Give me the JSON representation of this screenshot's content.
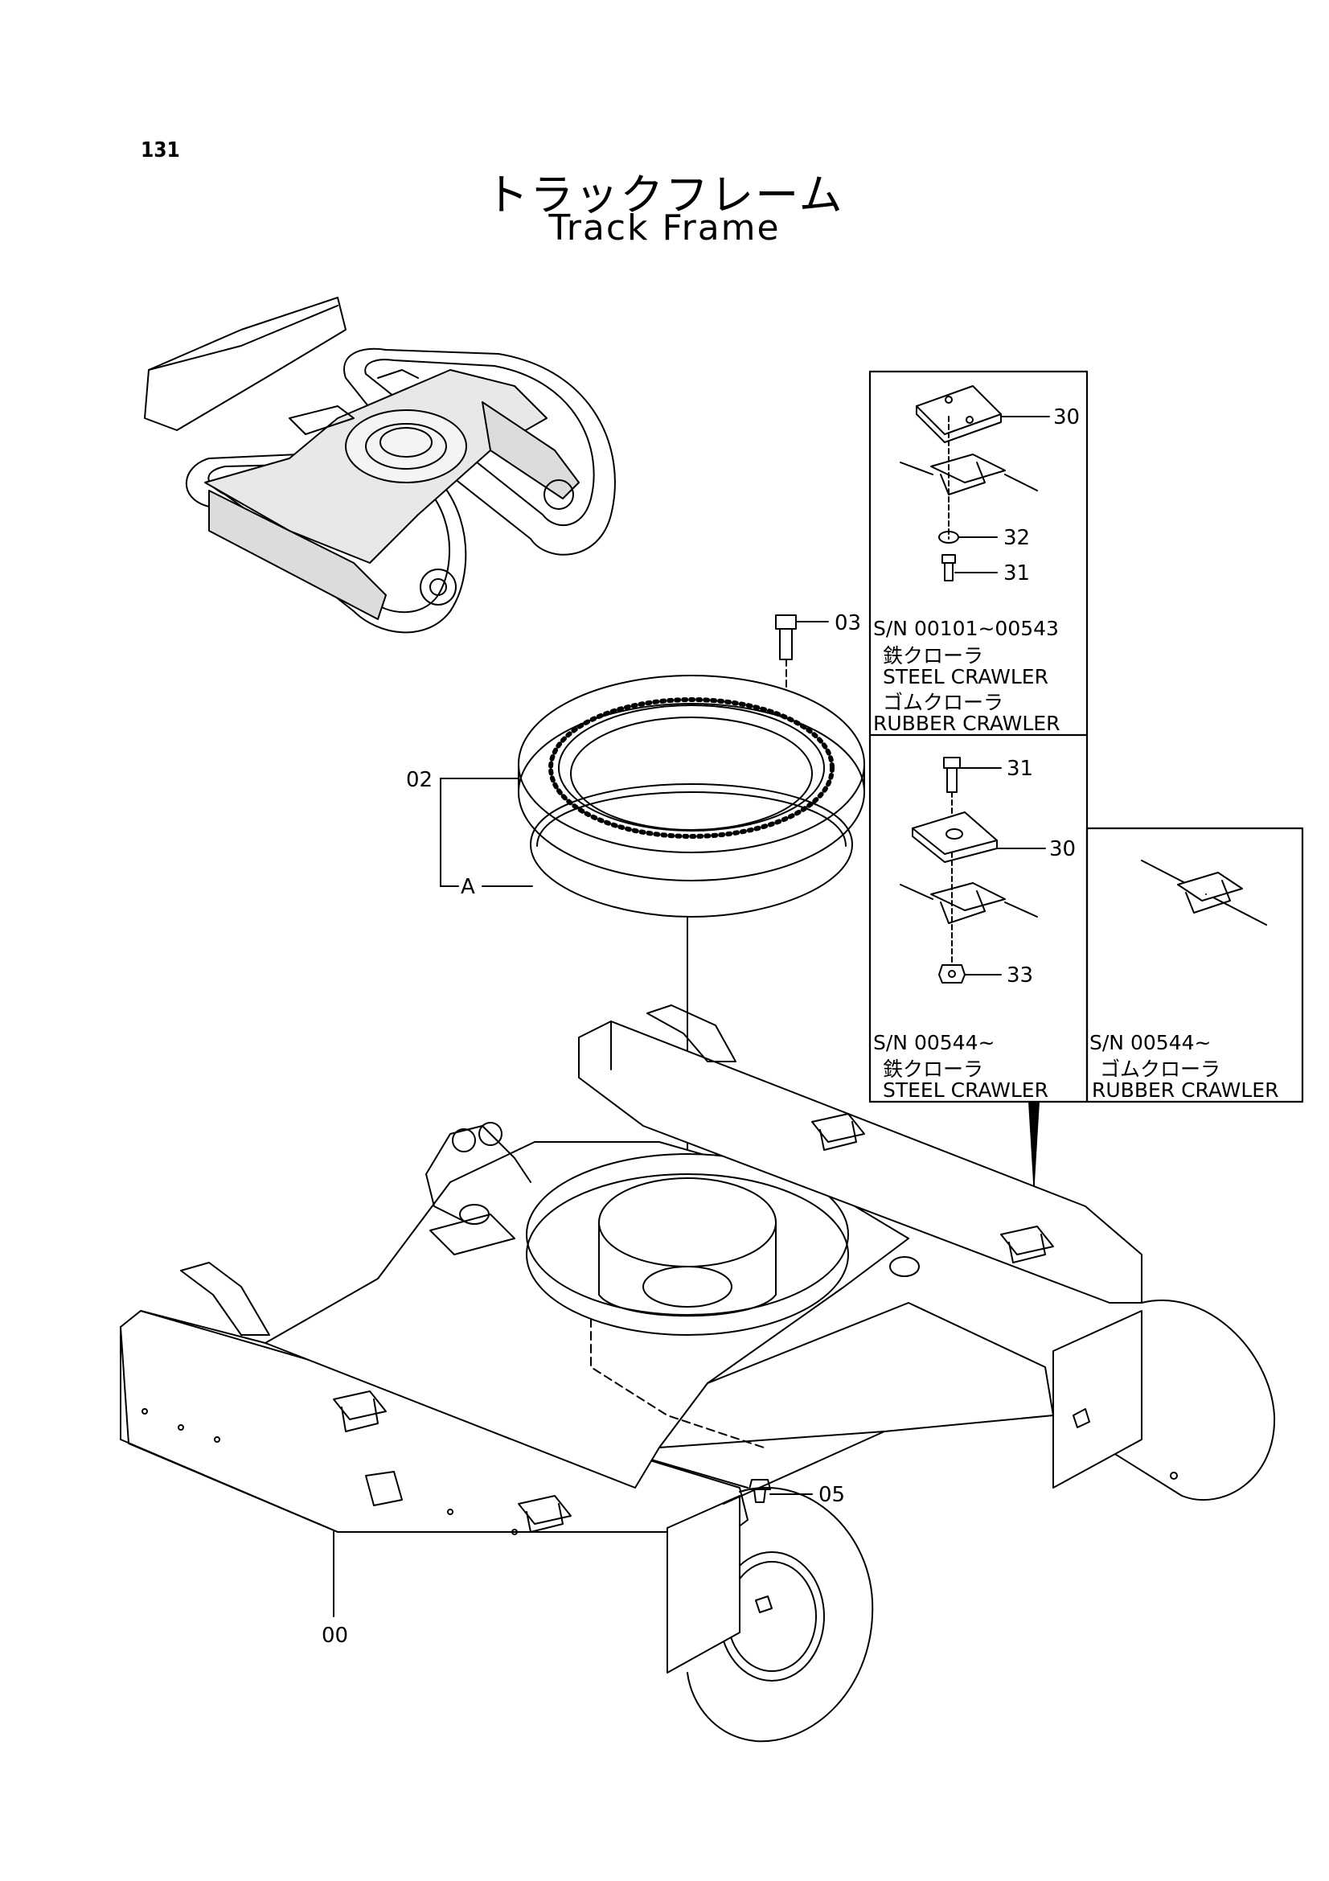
{
  "page_number": "131",
  "title_ja": "トラックフレーム",
  "title_en": "Track Frame",
  "callouts": {
    "p00": "00",
    "p02": "02",
    "p03": "03",
    "p05": "05",
    "pA": "A",
    "p30a": "30",
    "p32": "32",
    "p31a": "31",
    "p31b": "31",
    "p30b": "30",
    "p33": "33"
  },
  "variants": {
    "early": {
      "sn": "S/N 00101~00543",
      "steel_ja": "鉄クローラ",
      "steel_en": "STEEL CRAWLER",
      "rubber_ja": "ゴムクローラ",
      "rubber_en": "RUBBER CRAWLER"
    },
    "late_steel": {
      "sn": "S/N 00544~",
      "steel_ja": "鉄クローラ",
      "steel_en": "STEEL CRAWLER"
    },
    "late_rubber": {
      "sn": "S/N 00544~",
      "rubber_ja": "ゴムクローラ",
      "rubber_en": "RUBBER CRAWLER"
    }
  }
}
